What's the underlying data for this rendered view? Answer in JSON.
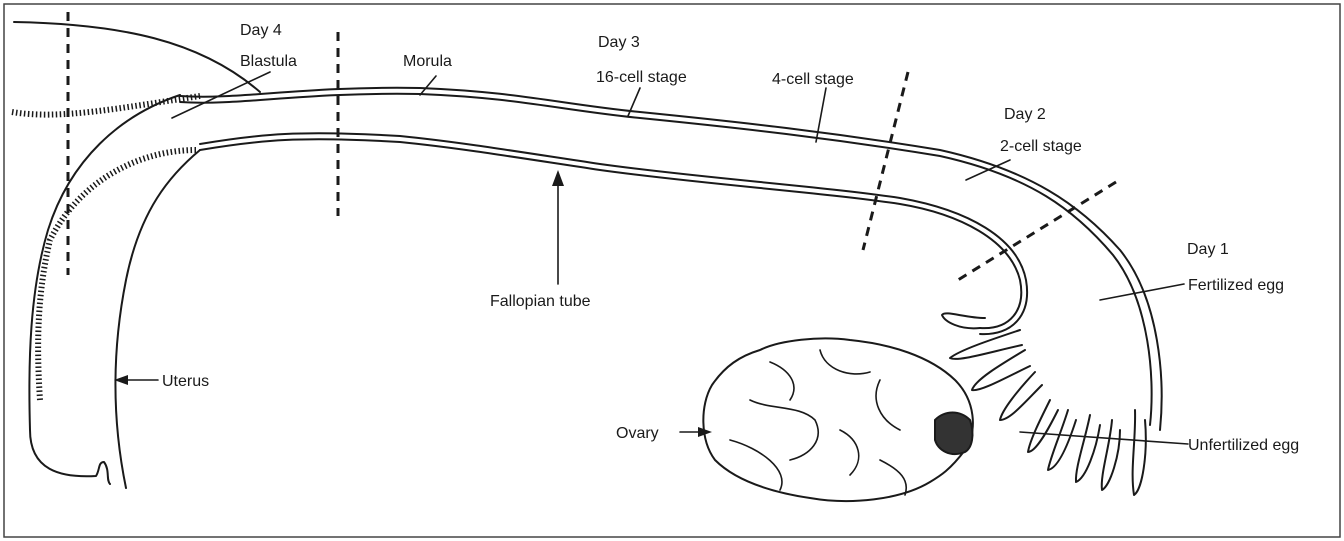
{
  "labels": {
    "day4": "Day 4",
    "blastula": "Blastula",
    "morula": "Morula",
    "day3": "Day 3",
    "stage16": "16-cell stage",
    "stage4": "4-cell stage",
    "day2": "Day 2",
    "stage2": "2-cell stage",
    "day1": "Day 1",
    "fertilized": "Fertilized egg",
    "fallopian": "Fallopian tube",
    "uterus": "Uterus",
    "ovary": "Ovary",
    "unfertilized": "Unfertilized egg"
  },
  "colors": {
    "ink": "#1a1a1a",
    "background": "#ffffff",
    "ovary_hole": "#333333"
  }
}
